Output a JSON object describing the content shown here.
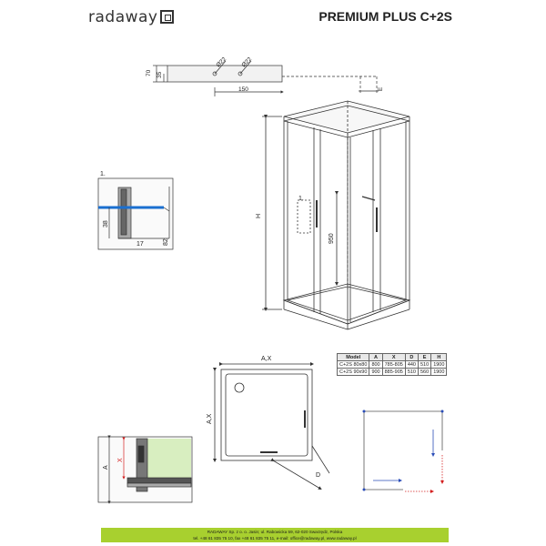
{
  "header": {
    "brand": "radaway",
    "title": "PREMIUM PLUS C+2S"
  },
  "top_detail": {
    "dim_70": "70",
    "dim_35": "35",
    "dim_d22a": "Ø22",
    "dim_d22b": "Ø22",
    "dim_150": "150",
    "dim_e": "E"
  },
  "main_view": {
    "dim_h": "H",
    "dim_950": "950",
    "callout_1": "1."
  },
  "detail_1": {
    "label": "1.",
    "dim_38": "38",
    "dim_17": "17",
    "dim_82": "82"
  },
  "plan_view": {
    "dim_top": "A,X",
    "dim_side": "A,X",
    "dim_d": "D"
  },
  "spec_table": {
    "headers": [
      "Model",
      "A",
      "X",
      "D",
      "E",
      "H"
    ],
    "rows": [
      [
        "C+2S 80x80",
        "800",
        "785-805",
        "440",
        "510",
        "1900"
      ],
      [
        "C+2S 90x90",
        "900",
        "885-905",
        "510",
        "560",
        "1900"
      ]
    ]
  },
  "section_detail": {
    "dim_a": "A",
    "dim_x": "X"
  },
  "footer": {
    "line1": "RADAWAY Sp. z o. o. Jasin; ul. Rabowicka 59, 62-020 Swarzędz, Polska",
    "line2": "tel. +48 61 835 75 10, fax +48 61 835 75 11, e-mail: office@radaway.pl, www.radaway.pl"
  },
  "colors": {
    "footer_bg": "#a8d02f",
    "wall_green": "#d8eec0",
    "arrow_red": "#d42020",
    "arrow_blue": "#2a4db8"
  }
}
